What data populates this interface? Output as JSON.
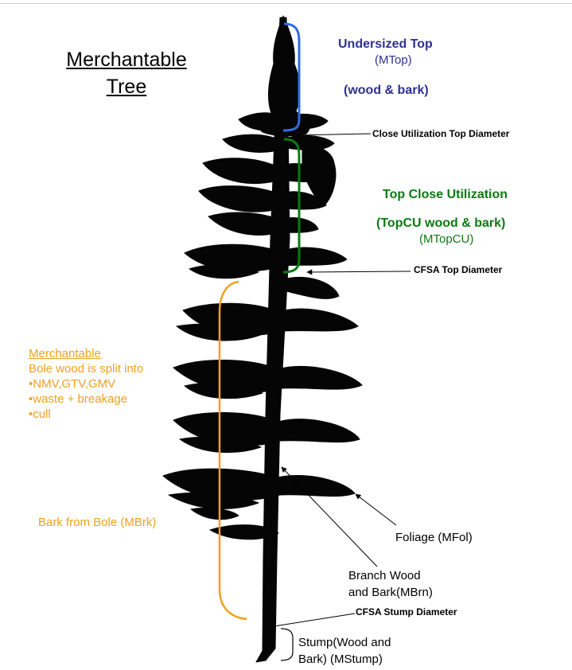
{
  "title": {
    "line1": "Merchantable",
    "line2": "Tree"
  },
  "undersized_top": {
    "heading": "Undersized Top",
    "code": "(MTop)",
    "detail": "(wood & bark)"
  },
  "close_util_top_diameter": "Close  Utilization  Top Diameter",
  "top_close_util": {
    "heading": "Top Close Utilization",
    "detail": "(TopCU wood & bark)",
    "code": "(MTopCU)"
  },
  "cfsa_top_diameter": "CFSA  Top Diameter",
  "merchantable": {
    "heading": "Merchantable",
    "line2": "Bole  wood is split into",
    "bullets": [
      "•NMV,GTV,GMV",
      "•waste + breakage",
      "•cull"
    ]
  },
  "bark_from_bole": "Bark from Bole (MBrk)",
  "foliage": "Foliage (MFol)",
  "branch": {
    "line1": "Branch Wood",
    "line2": "and Bark(MBrn)"
  },
  "cfsa_stump_diameter": "CFSA  Stump Diameter",
  "stump": {
    "line1": "Stump(Wood and",
    "line2": "Bark) (MStump)"
  },
  "colors": {
    "blue": "#2e3192",
    "green": "#0b7a12",
    "orange": "#f0a020",
    "tree": "#050505"
  }
}
